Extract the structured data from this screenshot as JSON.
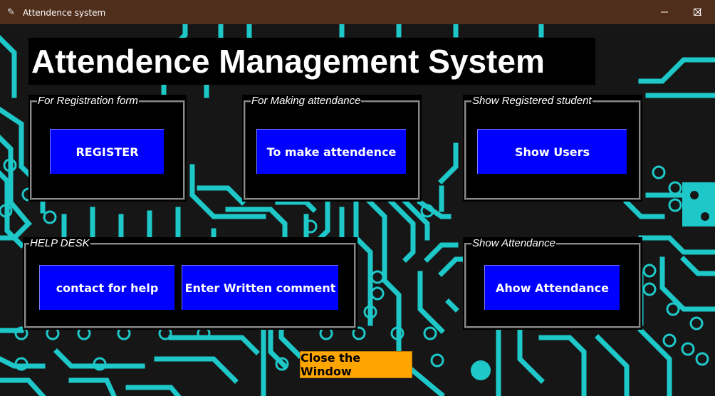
{
  "window": {
    "title": "Attendence system",
    "icon": "feather-icon"
  },
  "heading": "Attendence Management System",
  "frames": {
    "registration": {
      "legend": "For Registration form",
      "button": "REGISTER"
    },
    "attendance": {
      "legend": "For Making attendance",
      "button": "To make attendence"
    },
    "registered": {
      "legend": "Show Registered student",
      "button": "Show Users"
    },
    "helpdesk": {
      "legend": "HELP DESK",
      "button_help": "contact for help",
      "button_comment": "Enter Written comment"
    },
    "show_attendance": {
      "legend": "Show Attendance",
      "button": "Ahow Attendance"
    }
  },
  "close_button": "Close the Window",
  "colors": {
    "titlebar": "#4f2e1c",
    "circuit": "#1ec8c8",
    "button": "#0000ff",
    "close": "#ffa500"
  }
}
